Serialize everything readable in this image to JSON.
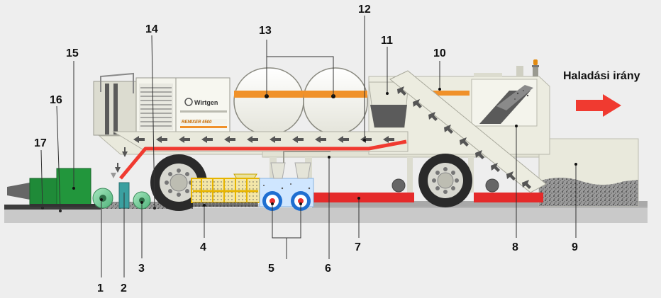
{
  "direction": {
    "label": "Haladási irány"
  },
  "branding": {
    "brand": "Wirtgen",
    "model": "REMIXER 4500"
  },
  "callouts": [
    "1",
    "2",
    "3",
    "4",
    "5",
    "6",
    "7",
    "8",
    "9",
    "10",
    "11",
    "12",
    "13",
    "14",
    "15",
    "16",
    "17"
  ],
  "colors": {
    "background": "#eeeeee",
    "machine_body": "#e9e9dc",
    "stripe_orange": "#f0912a",
    "rail_red": "#e52a2a",
    "arrow_red": "#f03a30",
    "paver_green": "#1f8a38",
    "heater_yellow": "#e6b400",
    "road": "#c9c9c9",
    "asphalt": "#4a4a4a"
  },
  "icons": [
    "direction-arrow-icon",
    "conveyor-arrow-icon",
    "beacon-light-icon"
  ]
}
